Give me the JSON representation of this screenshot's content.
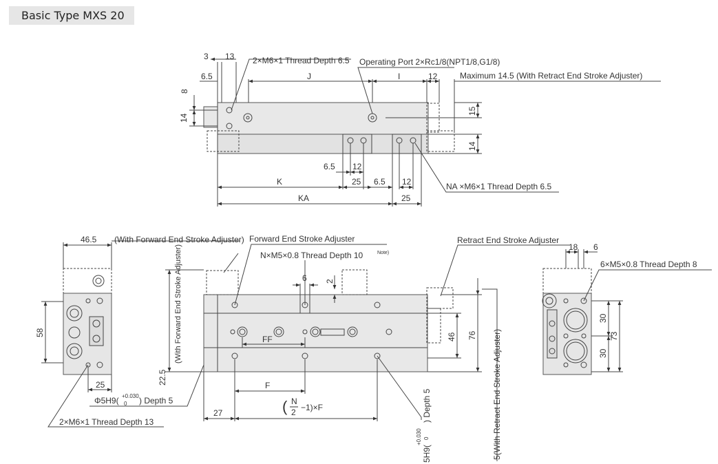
{
  "title": "Basic Type MXS 20",
  "top_view": {
    "dims": {
      "d3": "3",
      "d13": "13",
      "d65": "6.5",
      "d8": "8",
      "d14": "14",
      "J": "J",
      "I": "I",
      "d12": "12",
      "d15": "15",
      "d14r": "14"
    },
    "callout_thread": "2×M6×1 Thread Depth 6.5",
    "callout_port": "Operating Port 2×Rc1/8(NPT1/8,G1/8)",
    "callout_max": "Maximum 14.5 (With Retract End Stroke Adjuster)",
    "bottom_dims": {
      "b65a": "6.5",
      "b12a": "12",
      "K": "K",
      "b25a": "25",
      "b65b": "6.5",
      "b12b": "12",
      "KA": "KA",
      "b25b": "25"
    },
    "callout_na": "NA ×M6×1 Thread Depth 6.5"
  },
  "left_view": {
    "d465": "46.5",
    "note_forward": "(With Forward End Stroke Adjuster)",
    "d58": "58",
    "d25": "25",
    "callout_phi_main": "Φ5H9(",
    "callout_phi_tol_top": "+0.030",
    "callout_phi_tol_bot": "0",
    "callout_phi_end": ") Depth 5",
    "callout_thread13": "2×M6×1 Thread Depth 13"
  },
  "front_view": {
    "label_forward_adj": "Forward End Stroke Adjuster",
    "callout_n": "N×M5×0.8 Thread Depth 10",
    "callout_note": "Note)",
    "d6": "6",
    "d2": "2",
    "FF": "FF",
    "F": "F",
    "d27": "27",
    "formula_n": "N",
    "formula_2": "2",
    "formula_rest": "−1)×F",
    "d225": "22.5",
    "note_forward_v": "(With Forward End Stroke Adjuster)",
    "label_retract_adj": "Retract End Stroke Adjuster",
    "d46": "46",
    "d76": "76",
    "vert_5h9": "5H9(",
    "vert_5h9_tol": "+0.030",
    "vert_5h9_tol0": "0",
    "vert_5h9_end": ") Depth 5",
    "vert_retract": "5(With Retract End Stroke Adjuster)"
  },
  "right_view": {
    "d18": "18",
    "d6": "6",
    "callout_thread8": "6×M5×0.8 Thread Depth 8",
    "d30a": "30",
    "d30b": "30",
    "d73": "73"
  }
}
